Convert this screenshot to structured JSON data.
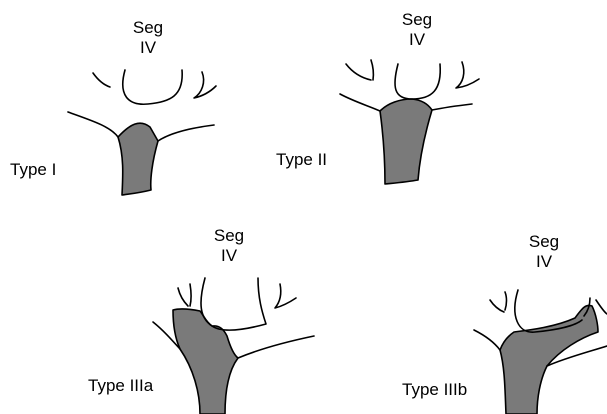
{
  "figure": {
    "panels": [
      {
        "type_label": "Type I",
        "seg_line1": "Seg",
        "seg_line2": "IV"
      },
      {
        "type_label": "Type II",
        "seg_line1": "Seg",
        "seg_line2": "IV"
      },
      {
        "type_label": "Type IIIa",
        "seg_line1": "Seg",
        "seg_line2": "IV"
      },
      {
        "type_label": "Type IIIb",
        "seg_line1": "Seg",
        "seg_line2": "IV"
      }
    ],
    "colors": {
      "outline": "#000000",
      "tumor_fill": "#7a7a7a",
      "background": "#ffffff"
    }
  }
}
